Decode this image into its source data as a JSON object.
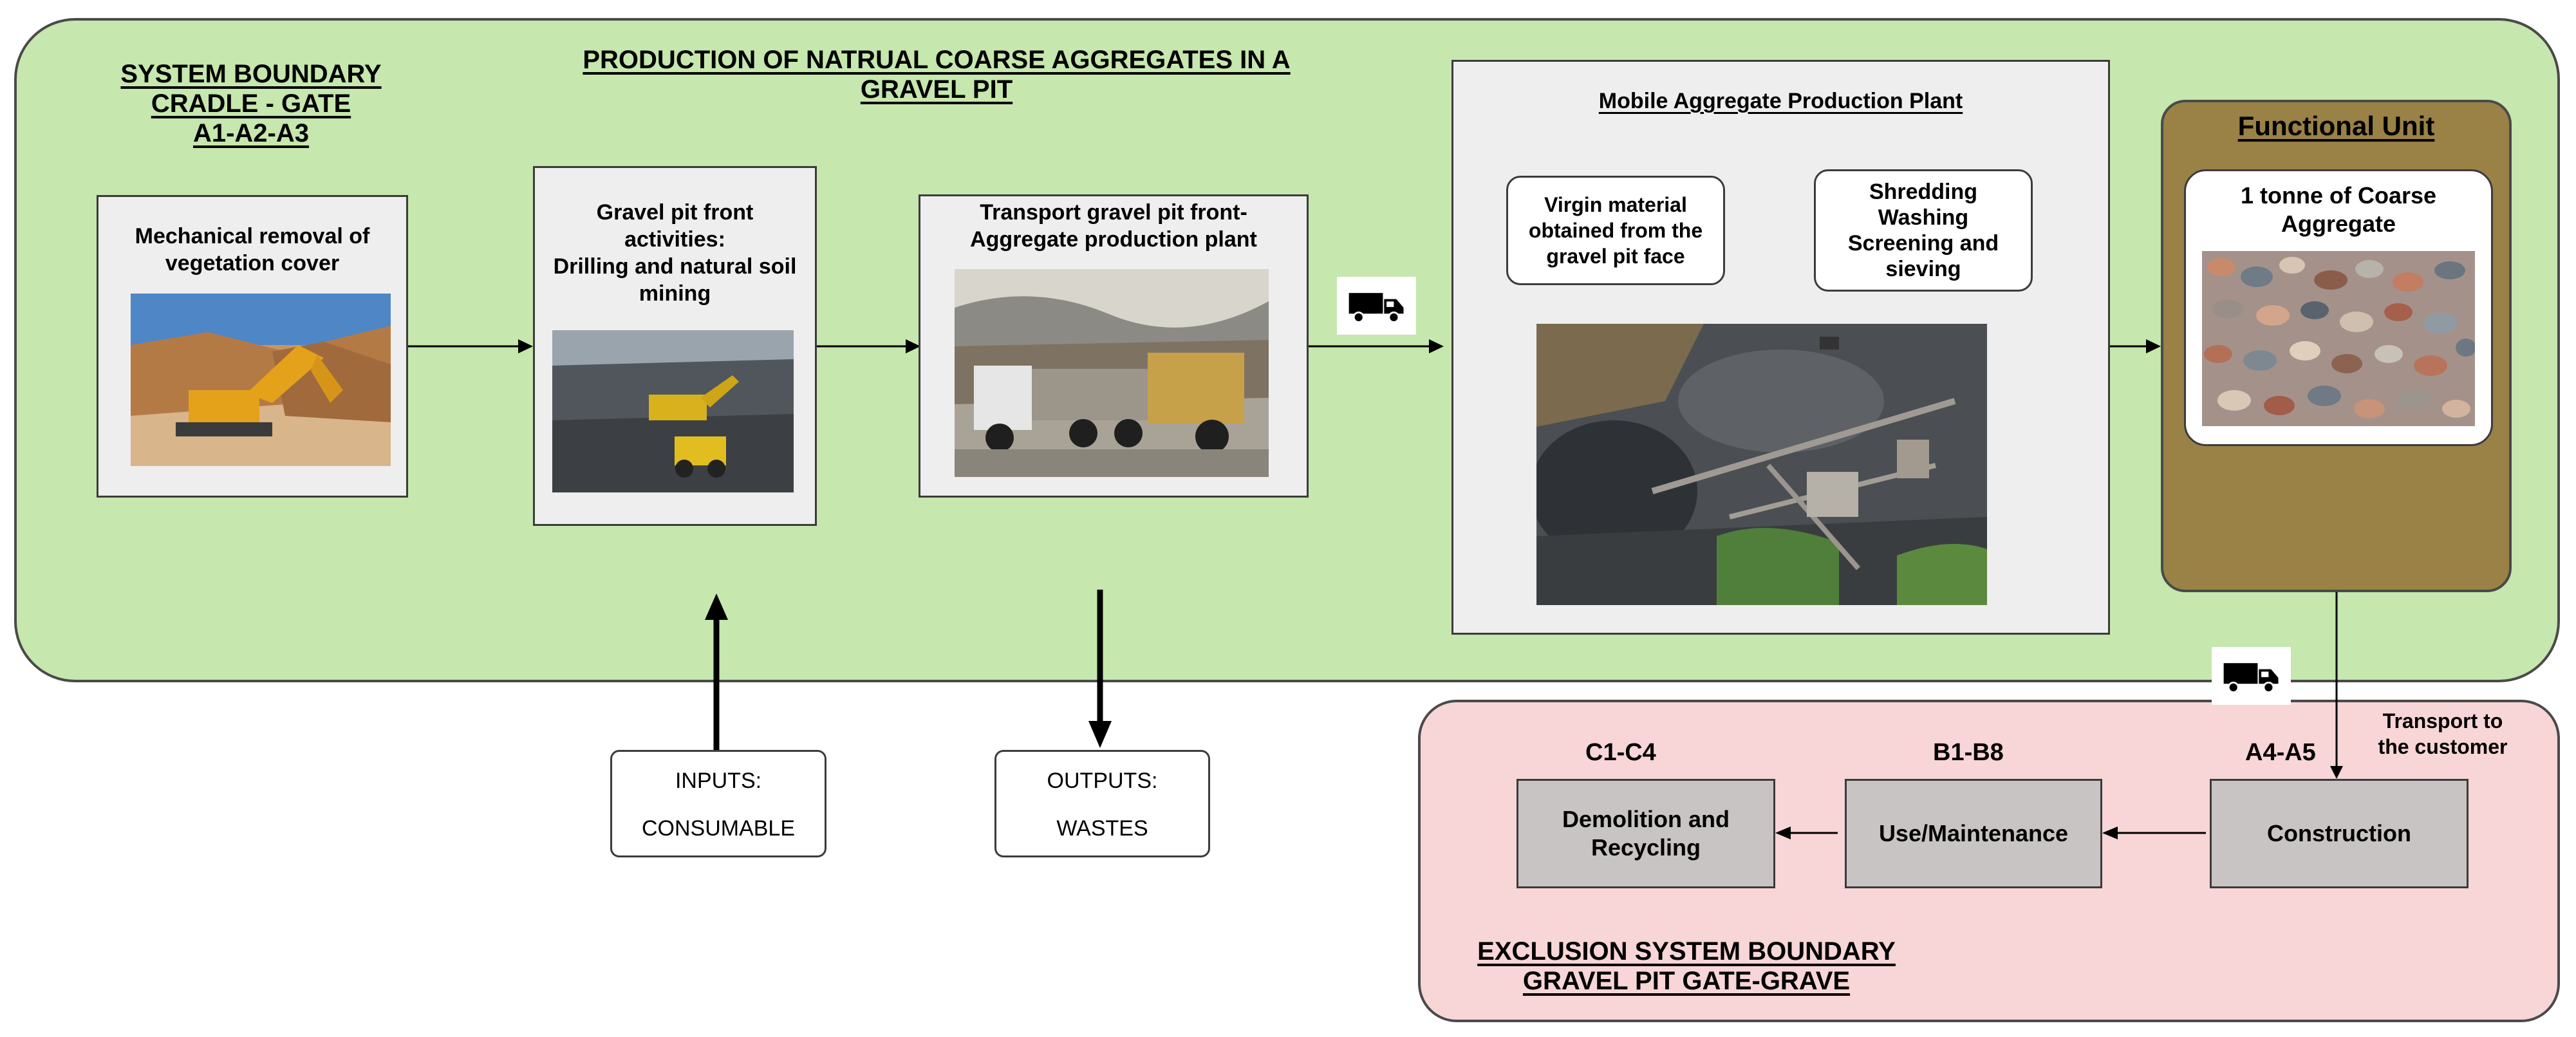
{
  "boundary": {
    "system_title": [
      "SYSTEM BOUNDARY",
      "CRADLE - GATE",
      "A1-A2-A3"
    ],
    "production_title": [
      "PRODUCTION OF NATRUAL COARSE AGGREGATES IN A",
      "GRAVEL PIT"
    ],
    "exclusion_title": [
      "EXCLUSION SYSTEM BOUNDARY",
      "GRAVEL PIT GATE-GRAVE"
    ]
  },
  "stages": {
    "vegetation": "Mechanical removal of vegetation cover",
    "pit_front": [
      "Gravel pit front",
      "activities:",
      "Drilling and natural soil",
      "mining"
    ],
    "transport": [
      "Transport gravel pit front-",
      "Aggregate production plant"
    ]
  },
  "plant": {
    "title": "Mobile Aggregate Production Plant",
    "virgin": [
      "Virgin material",
      "obtained from the",
      "gravel pit face"
    ],
    "processes": [
      "Shredding",
      "Washing",
      "Screening and",
      "sieving"
    ]
  },
  "functional_unit": {
    "title": "Functional Unit",
    "text": [
      "1 tonne of Coarse",
      "Aggregate"
    ]
  },
  "io": {
    "inputs_label": "INPUTS:",
    "inputs_value": "CONSUMABLE",
    "outputs_label": "OUTPUTS:",
    "outputs_value": "WASTES"
  },
  "downstream": {
    "transport_note": [
      "Transport to",
      "the customer"
    ],
    "a4_code": "A4-A5",
    "a4_label": "Construction",
    "b_code": "B1-B8",
    "b_label": "Use/Maintenance",
    "c_code": "C1-C4",
    "c_label": [
      "Demolition and",
      "Recycling"
    ]
  },
  "icons": [
    "truck-icon",
    "excavator-photo",
    "mining-photo",
    "dump-truck-photo",
    "aerial-plant-photo",
    "gravel-photo"
  ],
  "colors": {
    "system_boundary": "#c6e7ad",
    "exclusion_boundary": "#f8d5d6",
    "functional_unit": "#9a8146",
    "stage_fill": "#eeeeee",
    "downstream_box": "#c9c4c4"
  }
}
